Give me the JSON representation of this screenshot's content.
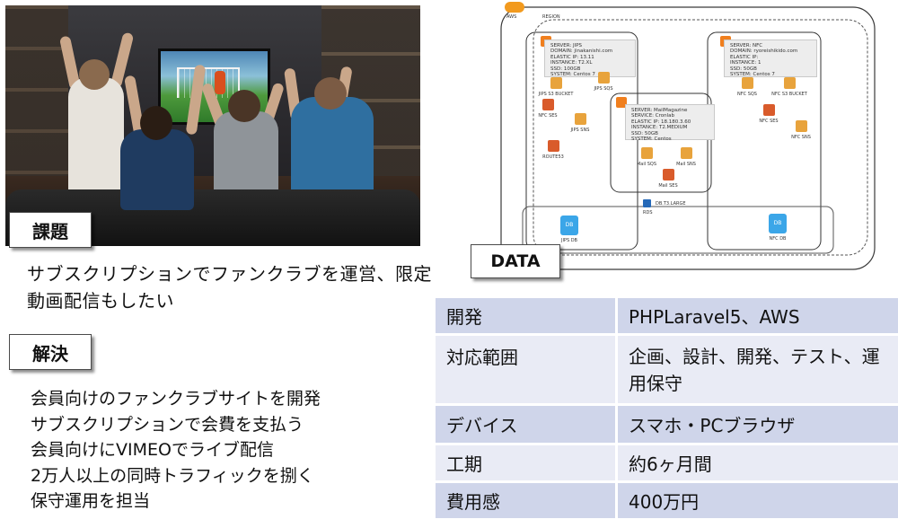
{
  "sections": {
    "issue_tag": "課題",
    "issue_text": "サブスクリプションでファンクラブを運営、限定動画配信もしたい",
    "solution_tag": "解決",
    "solution_items": [
      "会員向けのファンクラブサイトを開発",
      "サブスクリプションで会費を支払う",
      "会員向けにVIMEOでライブ配信",
      "2万人以上の同時トラフィックを捌く",
      "保守運用を担当"
    ],
    "data_tag": "DATA"
  },
  "diagram": {
    "aws": "AWS",
    "region": "REGION",
    "card_jips": "SERVER: JIPS\nDOMAIN: jinakanishi.com\nELASTIC IP: 13.11\nINSTANCE: T2.XL\nSSD: 100GB\nSYSTEM: Centos 7",
    "card_nfc": "SERVER: NFC\nDOMAIN: ryoreishikido.com\nELASTIC IP:\nINSTANCE: 1\nSSD: 50GB\nSYSTEM: Centos 7",
    "card_mail": "SERVER: MailMagazine\nSERVICE: Cronlab\nELASTIC IP: 18.180.3.60\nINSTANCE: T2.MEDIUM\nSSD: 50GB\nSYSTEM: Centos",
    "jips_bucket": "JIPS S3 BUCKET",
    "jips_sqs": "JIPS SQS",
    "nfc_ses_left": "NFC SES",
    "jips_sns": "JIPS SNS",
    "route53": "ROUTE53",
    "mail_sqs": "Mail SQS",
    "mail_sns": "Mail SNS",
    "mail_ses": "Mail SES",
    "nfc_sqs": "NFC SQS",
    "nfc_bucket": "NFC S3 BUCKET",
    "nfc_ses": "NFC SES",
    "nfc_sns": "NFC SNS",
    "db_t3": "DB.T3.LARGE",
    "rds": "RDS",
    "db_icon": "DB",
    "jips_db": "JIPS DB",
    "nfc_db": "NFC DB"
  },
  "info_table": [
    {
      "key": "開発",
      "value": "PHPLaravel5、AWS"
    },
    {
      "key": "対応範囲",
      "value": "企画、設計、開発、テスト、運用保守"
    },
    {
      "key": "デバイス",
      "value": "スマホ・PCブラウザ"
    },
    {
      "key": "工期",
      "value": "約6ヶ月間"
    },
    {
      "key": "費用感",
      "value": "400万円"
    }
  ],
  "colors": {
    "table_odd": "#cfd5ea",
    "table_even": "#e9ebf5",
    "aws_orange": "#f29a1e",
    "db_blue": "#3ba6e8"
  }
}
